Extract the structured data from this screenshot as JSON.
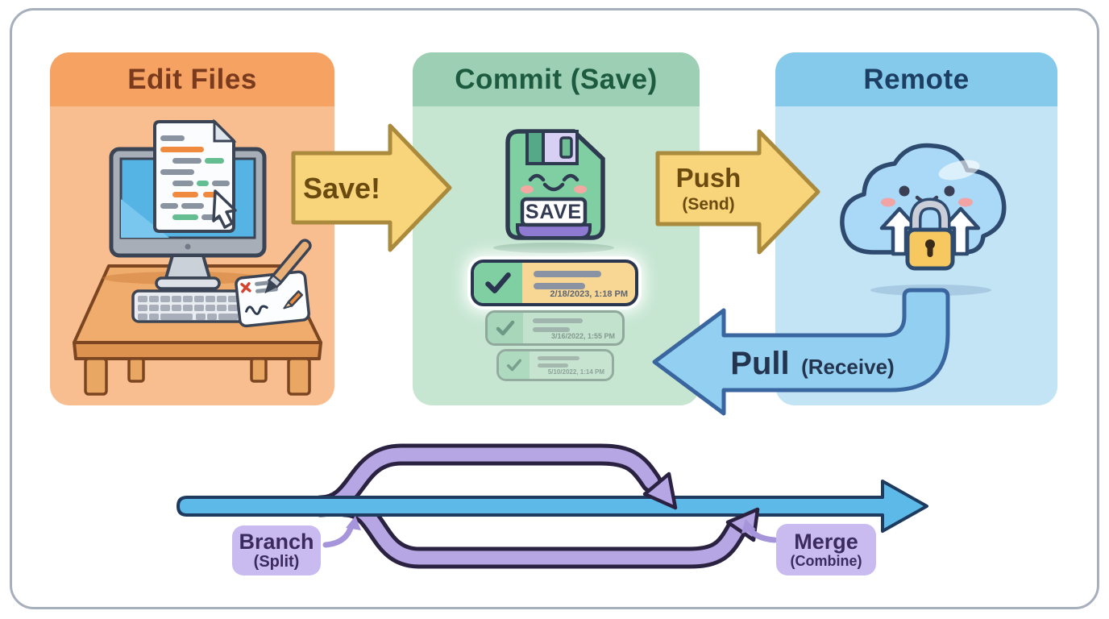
{
  "panels": {
    "edit": {
      "title": "Edit Files"
    },
    "commit": {
      "title": "Commit (Save)",
      "floppy_label": "SAVE",
      "commits": [
        {
          "timestamp": "2/18/2023, 1:18 PM",
          "highlighted": true
        },
        {
          "timestamp": "3/16/2022, 1:55 PM",
          "highlighted": false
        },
        {
          "timestamp": "5/10/2022, 1:14 PM",
          "highlighted": false
        }
      ]
    },
    "remote": {
      "title": "Remote"
    }
  },
  "arrows": {
    "save": {
      "label": "Save!"
    },
    "push": {
      "label": "Push",
      "sublabel": "(Send)"
    },
    "pull": {
      "label": "Pull",
      "sublabel": "(Receive)"
    }
  },
  "branch_diagram": {
    "branch": {
      "label": "Branch",
      "sublabel": "(Split)"
    },
    "merge": {
      "label": "Merge",
      "sublabel": "(Combine)"
    }
  },
  "icons": {
    "floppy": "floppy-disk-icon",
    "cloud": "cloud-icon",
    "lock": "padlock-icon",
    "check": "checkmark-icon",
    "cursor": "cursor-icon",
    "computer": "computer-desk-illustration"
  },
  "colors": {
    "edit_header": "#f5a262",
    "edit_body": "#f9be90",
    "edit_title": "#7a3a1e",
    "commit_header": "#9ccfb3",
    "commit_body": "#c6e6d2",
    "commit_title": "#1d5b40",
    "remote_header": "#85caeb",
    "remote_body": "#c2e4f5",
    "remote_title": "#1c3e63",
    "arrow_yellow": "#f8d47a",
    "arrow_yellow_border": "#aa8a3c",
    "arrow_text_brown": "#6b4a10",
    "arrow_blue": "#93cff0",
    "arrow_blue_border": "#3a66a0",
    "arrow_text_navy": "#24344e",
    "main_line_blue": "#5cb9e8",
    "main_line_outline": "#1e3a5e",
    "branch_purple": "#b6a6e3",
    "branch_outline": "#2b2140",
    "label_purple_bg": "#c9bbef",
    "label_purple_text": "#3a2a5e",
    "highlight_row_bg": "#f8d794",
    "row_check_green": "#7fcfa2",
    "canvas_border": "#a7afbd"
  }
}
